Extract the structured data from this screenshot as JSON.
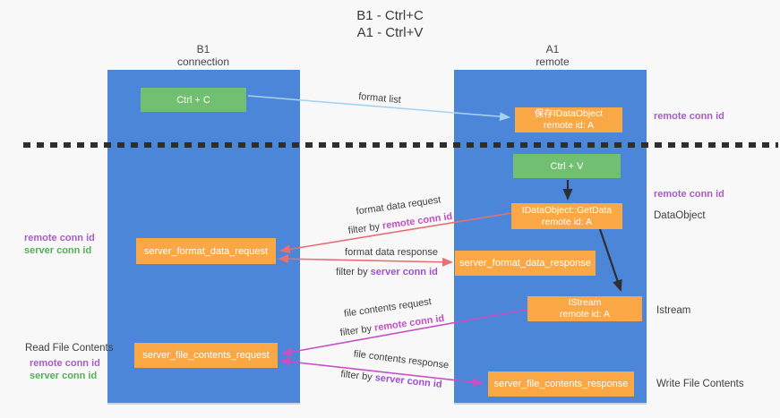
{
  "title": {
    "line1": "B1 - Ctrl+C",
    "line2": "A1 - Ctrl+V"
  },
  "columns": {
    "left": {
      "header_line1": "B1",
      "header_line2": "connection"
    },
    "right": {
      "header_line1": "A1",
      "header_line2": "remote"
    }
  },
  "boxes": {
    "ctrl_c": {
      "label": "Ctrl + C"
    },
    "save_idataobject": {
      "line1": "保存IDataObject",
      "line2": "remote id: A"
    },
    "ctrl_v": {
      "label": "Ctrl + V"
    },
    "idataobject_getdata": {
      "line1": "IDataObject::GetData",
      "line2": "remote id: A"
    },
    "server_format_data_request": {
      "label": "server_format_data_request"
    },
    "server_format_data_response": {
      "label": "server_format_data_response"
    },
    "istream": {
      "line1": "IStream",
      "line2": "remote id: A"
    },
    "server_file_contents_request": {
      "label": "server_file_contents_request"
    },
    "server_file_contents_response": {
      "label": "server_file_contents_response"
    }
  },
  "arrow_labels": {
    "format_list": "format list",
    "format_data_request": "format data request",
    "format_data_response": "format data response",
    "file_contents_request": "file contents request",
    "file_contents_response": "file contents response",
    "filter_by": "filter by ",
    "remote_conn_id": "remote conn id",
    "server_conn_id": "server conn id"
  },
  "margin_labels": {
    "left_top_remote": "remote conn id",
    "left_top_server": "server conn id",
    "read_file_contents": "Read File Contents",
    "left_bottom_remote": "remote conn id",
    "left_bottom_server": "server conn id",
    "right_top_remote": "remote conn id",
    "right_mid_remote": "remote conn id",
    "dataobject": "DataObject",
    "istream": "Istream",
    "write_file_contents": "Write File Contents"
  },
  "colors": {
    "background": "#f8f8f8",
    "column_blue": "#4c86d8",
    "box_orange": "#f9a845",
    "box_green": "#71bf70",
    "arrow_light_blue": "#a5d2f0",
    "arrow_salmon": "#e77070",
    "arrow_magenta": "#c750c3",
    "arrow_black": "#2f2f2f",
    "dashed_line_black": "#2e2e2e",
    "label_purple": "#a85cc8",
    "label_magenta": "#c24fc2",
    "label_violet": "#9b51cd",
    "label_green": "#53ae56",
    "text_dark": "#3f3f3f"
  }
}
